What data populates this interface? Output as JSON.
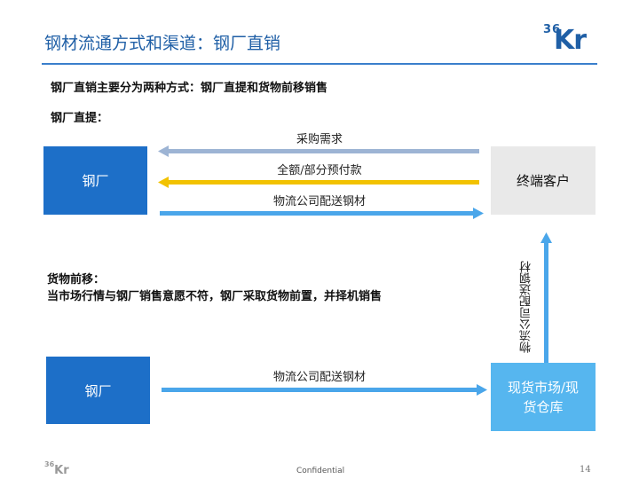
{
  "slide": {
    "title": "钢材流通方式和渠道：钢厂直销",
    "subtitle": "钢厂直销主要分为两种方式：钢厂直提和货物前移销售",
    "logo": {
      "num": "36",
      "kr": "Kr"
    },
    "footer": {
      "confidential": "Confidential",
      "page": "14",
      "logo_num": "36",
      "logo_kr": "Kr"
    }
  },
  "direct_pickup": {
    "heading": "钢厂直提：",
    "mill_label": "钢厂",
    "customer_label": "终端客户",
    "arrows": {
      "purchase_demand": "采购需求",
      "prepayment": "全额/部分预付款",
      "logistics": "物流公司配送钢材"
    }
  },
  "forward_sale": {
    "heading": "货物前移：",
    "description": "当市场行情与钢厂销售意愿不符，钢厂采取货物前置，并择机销售",
    "mill_label": "钢厂",
    "warehouse_label": "现货市场/现货仓库",
    "arrow_logistics": "物流公司配送钢材",
    "vertical_logistics": "物流公司配送钢材"
  },
  "colors": {
    "title_blue": "#1f5fa6",
    "box_dark_blue": "#1d6fc8",
    "box_light_blue": "#56b6ef",
    "arrow_grey_blue": "#9db4d4",
    "arrow_yellow": "#f2c200",
    "arrow_blue": "#4aa6ea",
    "box_grey": "#e9e9e9"
  }
}
